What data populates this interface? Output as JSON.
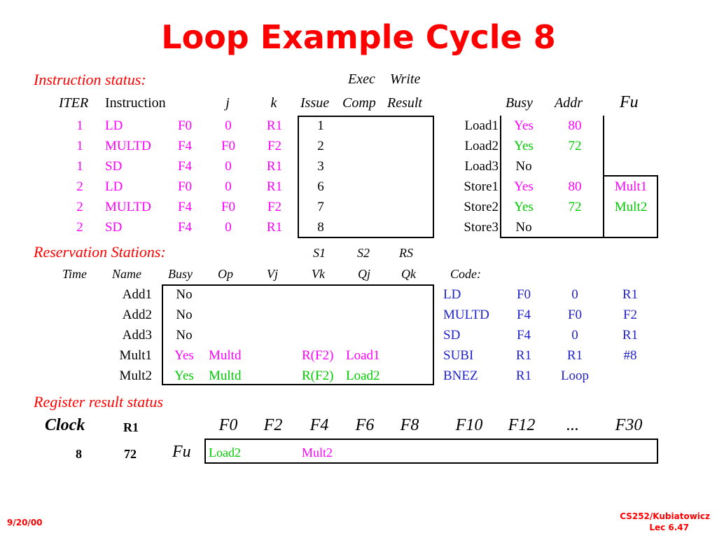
{
  "title": "Loop Example Cycle 8",
  "instruction_status": {
    "heading": "Instruction status:",
    "header_top": {
      "exec": "Exec",
      "write": "Write"
    },
    "headers": {
      "iter": "ITER",
      "instruction": "Instruction",
      "j": "j",
      "k": "k",
      "issue": "Issue",
      "comp": "Comp",
      "result": "Result"
    },
    "rows": [
      {
        "iter": "1",
        "op": "LD",
        "dest": "F0",
        "j": "0",
        "k": "R1",
        "issue": "1",
        "color": "mag"
      },
      {
        "iter": "1",
        "op": "MULTD",
        "dest": "F4",
        "j": "F0",
        "k": "F2",
        "issue": "2",
        "color": "mag"
      },
      {
        "iter": "1",
        "op": "SD",
        "dest": "F4",
        "j": "0",
        "k": "R1",
        "issue": "3",
        "color": "mag"
      },
      {
        "iter": "2",
        "op": "LD",
        "dest": "F0",
        "j": "0",
        "k": "R1",
        "issue": "6",
        "color": "mag"
      },
      {
        "iter": "2",
        "op": "MULTD",
        "dest": "F4",
        "j": "F0",
        "k": "F2",
        "issue": "7",
        "color": "mag"
      },
      {
        "iter": "2",
        "op": "SD",
        "dest": "F4",
        "j": "0",
        "k": "R1",
        "issue": "8",
        "color": "mag"
      }
    ]
  },
  "load_store": {
    "headers": {
      "busy": "Busy",
      "addr": "Addr",
      "fu": "Fu"
    },
    "rows": [
      {
        "name": "Load1",
        "busy": "Yes",
        "addr": "80",
        "fu": "",
        "color": "mag"
      },
      {
        "name": "Load2",
        "busy": "Yes",
        "addr": "72",
        "fu": "",
        "color": "grn"
      },
      {
        "name": "Load3",
        "busy": "No",
        "addr": "",
        "fu": "",
        "color": "blk"
      },
      {
        "name": "Store1",
        "busy": "Yes",
        "addr": "80",
        "fu": "Mult1",
        "color": "mag"
      },
      {
        "name": "Store2",
        "busy": "Yes",
        "addr": "72",
        "fu": "Mult2",
        "color": "grn"
      },
      {
        "name": "Store3",
        "busy": "No",
        "addr": "",
        "fu": "",
        "color": "blk"
      }
    ]
  },
  "reservation_stations": {
    "heading": "Reservation Stations:",
    "header_top": {
      "s1": "S1",
      "s2": "S2",
      "rs": "RS"
    },
    "headers": {
      "time": "Time",
      "name": "Name",
      "busy": "Busy",
      "op": "Op",
      "vj": "Vj",
      "vk": "Vk",
      "qj": "Qj",
      "qk": "Qk"
    },
    "rows": [
      {
        "name": "Add1",
        "busy": "No",
        "op": "",
        "vk": "",
        "qj": "",
        "color": "blk"
      },
      {
        "name": "Add2",
        "busy": "No",
        "op": "",
        "vk": "",
        "qj": "",
        "color": "blk"
      },
      {
        "name": "Add3",
        "busy": "No",
        "op": "",
        "vk": "",
        "qj": "",
        "color": "blk"
      },
      {
        "name": "Mult1",
        "busy": "Yes",
        "op": "Multd",
        "vk": "R(F2)",
        "qj": "Load1",
        "color": "mag"
      },
      {
        "name": "Mult2",
        "busy": "Yes",
        "op": "Multd",
        "vk": "R(F2)",
        "qj": "Load2",
        "color": "grn"
      }
    ]
  },
  "code": {
    "heading": "Code:",
    "rows": [
      [
        "LD",
        "F0",
        "0",
        "R1"
      ],
      [
        "MULTD",
        "F4",
        "F0",
        "F2"
      ],
      [
        "SD",
        "F4",
        "0",
        "R1"
      ],
      [
        "SUBI",
        "R1",
        "R1",
        "#8"
      ],
      [
        "BNEZ",
        "R1",
        "Loop",
        ""
      ]
    ]
  },
  "register_status": {
    "heading": "Register result status",
    "clock_label": "Clock",
    "r1_label": "R1",
    "clock_value": "8",
    "r1_value": "72",
    "fu_label": "Fu",
    "registers": [
      "F0",
      "F2",
      "F4",
      "F6",
      "F8",
      "F10",
      "F12",
      "...",
      "F30"
    ],
    "values": [
      "Load2",
      "",
      "Mult2",
      "",
      "",
      "",
      "",
      "",
      ""
    ]
  },
  "footer": {
    "date": "9/20/00",
    "course": "CS252/Kubiatowicz",
    "lecture": "Lec 6.47"
  },
  "colors": {
    "title": "#ff0000",
    "magenta": "#ff00ff",
    "green": "#00cc00",
    "blue": "#2222cc"
  }
}
